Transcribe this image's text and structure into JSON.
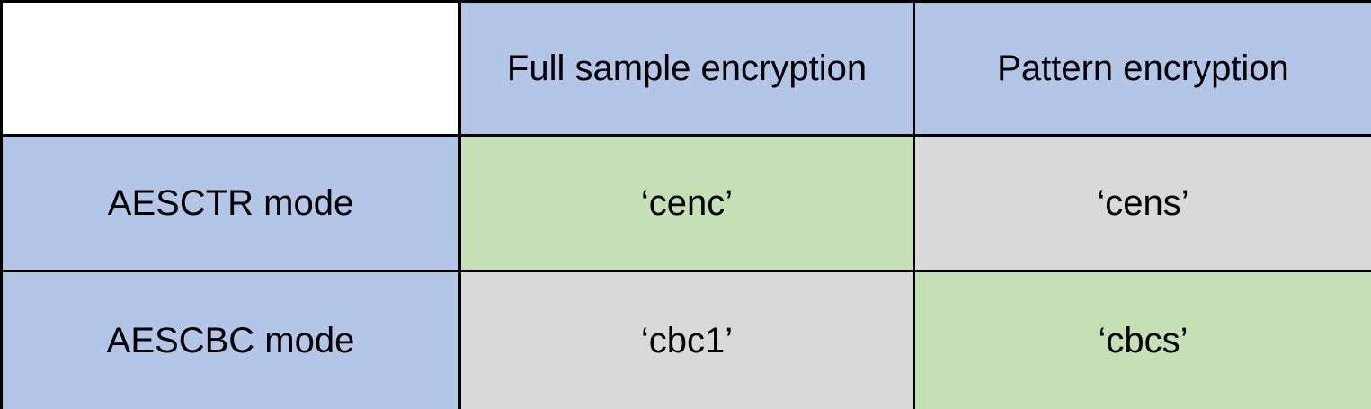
{
  "figure": {
    "background": "#ffffff"
  },
  "chart_data": {
    "type": "table",
    "columns": [
      "",
      "Full sample encryption",
      "Pattern encryption"
    ],
    "rows": [
      [
        "AESCTR mode",
        "‘cenc’",
        "‘cens’"
      ],
      [
        "AESCBC mode",
        "‘cbc1’",
        "‘cbcs’"
      ]
    ],
    "cell_fill_colors": [
      [
        "none",
        "#b4c6e7",
        "#b4c6e7"
      ],
      [
        "#b4c6e7",
        "#c5e0b4",
        "#d9d9d9"
      ],
      [
        "#b4c6e7",
        "#d9d9d9",
        "#c5e0b4"
      ]
    ],
    "colors": {
      "header_blue": "#b4c6e7",
      "highlight_green": "#c5e0b4",
      "neutral_gray": "#d9d9d9",
      "border": "#000000",
      "text": "#000000"
    }
  }
}
